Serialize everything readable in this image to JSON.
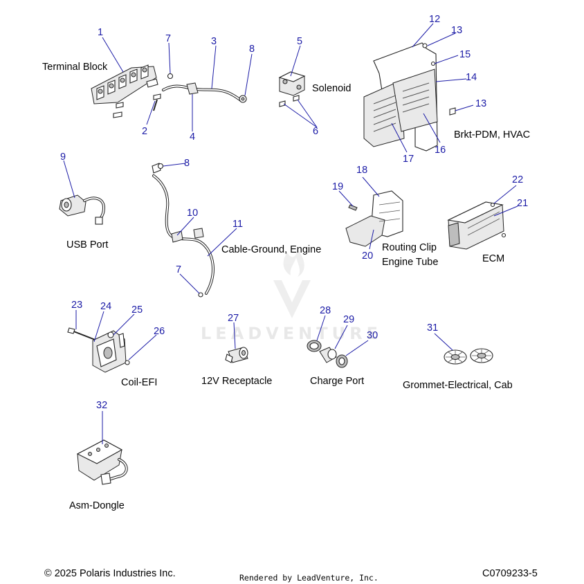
{
  "watermark": "LEADVENTURE",
  "footer": {
    "copyright": "© 2025 Polaris Industries Inc.",
    "rendered_by": "Rendered by LeadVenture, Inc.",
    "diagram_code": "C0709233-5"
  },
  "labels": {
    "terminal_block": "Terminal Block",
    "solenoid": "Solenoid",
    "brkt_pdm": "Brkt-PDM, HVAC",
    "usb_port": "USB Port",
    "cable_ground": "Cable-Ground, Engine",
    "routing_clip_1": "Routing Clip",
    "routing_clip_2": "Engine Tube",
    "ecm": "ECM",
    "coil_efi": "Coil-EFI",
    "receptacle": "12V Receptacle",
    "charge_port": "Charge Port",
    "grommet": "Grommet-Electrical, Cab",
    "dongle": "Asm-Dongle"
  },
  "callouts": {
    "c1": "1",
    "c2": "2",
    "c3": "3",
    "c4": "4",
    "c5": "5",
    "c6": "6",
    "c7a": "7",
    "c7b": "7",
    "c8a": "8",
    "c8b": "8",
    "c9": "9",
    "c11": "11",
    "c10": "10",
    "c12": "12",
    "c13a": "13",
    "c13b": "13",
    "c14": "14",
    "c15": "15",
    "c16": "16",
    "c17": "17",
    "c18": "18",
    "c19": "19",
    "c20": "20",
    "c21": "21",
    "c22": "22",
    "c23": "23",
    "c24": "24",
    "c25": "25",
    "c26": "26",
    "c27": "27",
    "c28": "28",
    "c29": "29",
    "c30": "30",
    "c31": "31",
    "c32": "32"
  }
}
